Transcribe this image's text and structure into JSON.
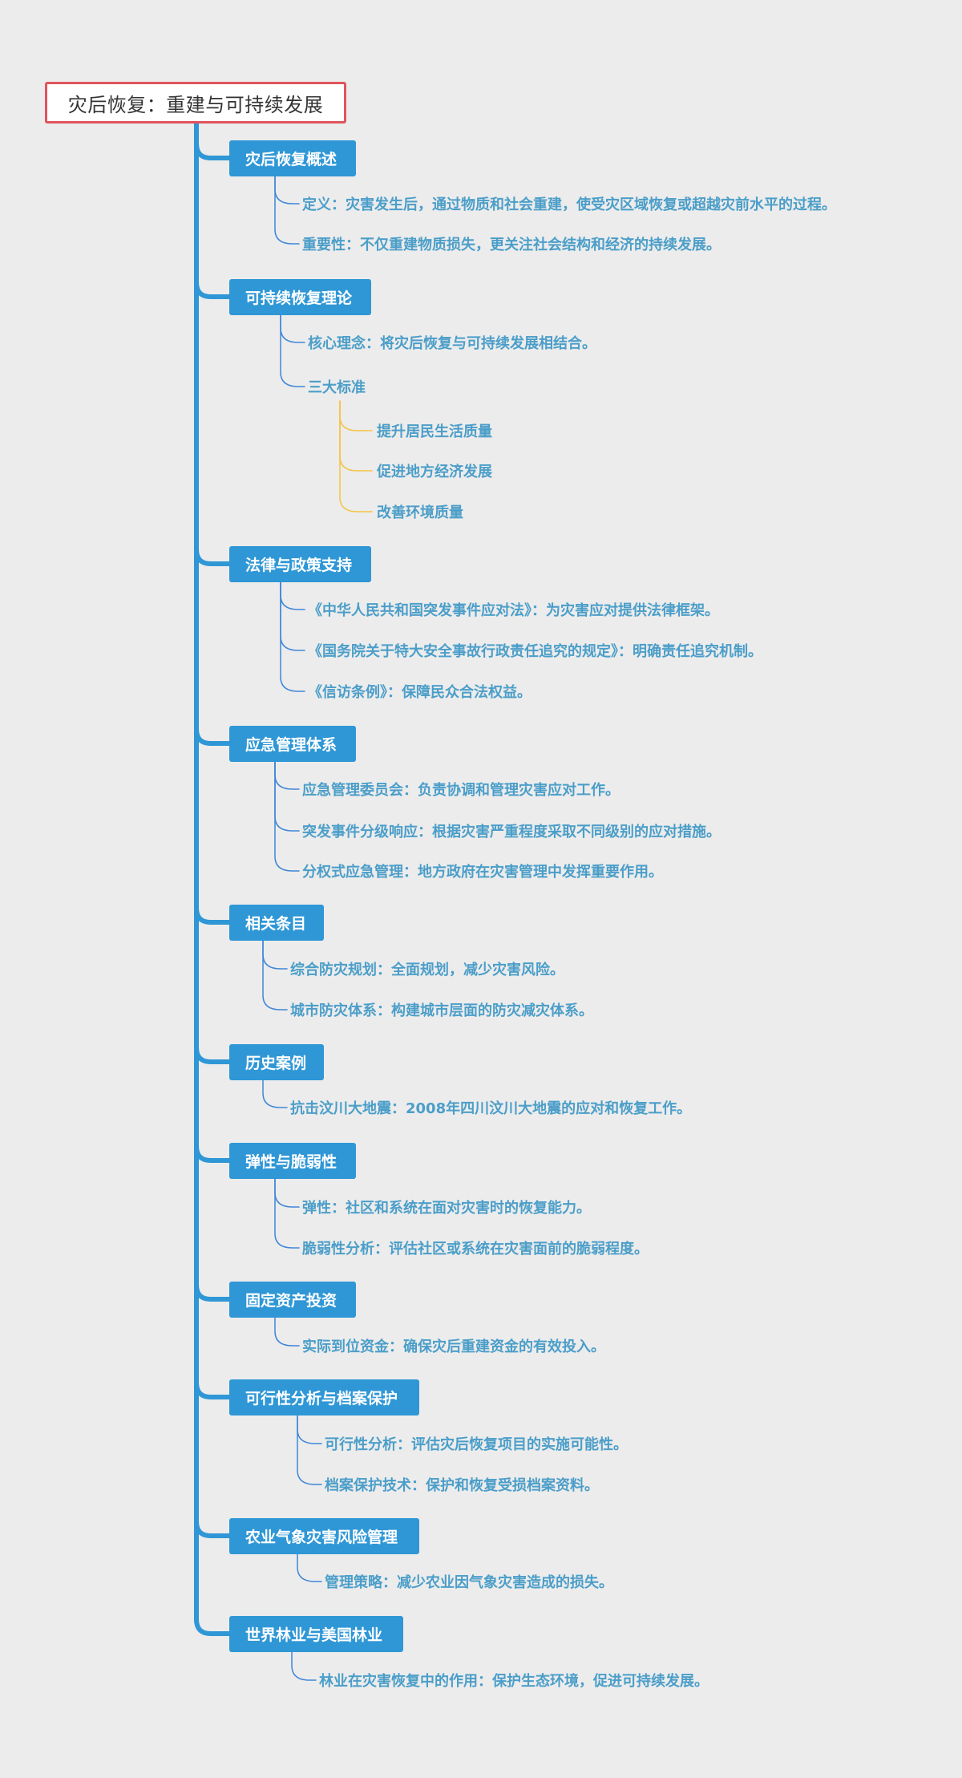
{
  "root": {
    "title": "灾后恢复：重建与可持续发展"
  },
  "topics": [
    {
      "label": "灾后恢复概述",
      "children": [
        {
          "label": "定义：灾害发生后，通过物质和社会重建，使受灾区域恢复或超越灾前水平的过程。"
        },
        {
          "label": "重要性：不仅重建物质损失，更关注社会结构和经济的持续发展。"
        }
      ]
    },
    {
      "label": "可持续恢复理论",
      "children": [
        {
          "label": "核心理念：将灾后恢复与可持续发展相结合。"
        },
        {
          "label": "三大标准",
          "children": [
            {
              "label": "提升居民生活质量"
            },
            {
              "label": "促进地方经济发展"
            },
            {
              "label": "改善环境质量"
            }
          ]
        }
      ]
    },
    {
      "label": "法律与政策支持",
      "children": [
        {
          "label": "《中华人民共和国突发事件应对法》：为灾害应对提供法律框架。"
        },
        {
          "label": "《国务院关于特大安全事故行政责任追究的规定》：明确责任追究机制。"
        },
        {
          "label": "《信访条例》：保障民众合法权益。"
        }
      ]
    },
    {
      "label": "应急管理体系",
      "children": [
        {
          "label": "应急管理委员会：负责协调和管理灾害应对工作。"
        },
        {
          "label": "突发事件分级响应：根据灾害严重程度采取不同级别的应对措施。"
        },
        {
          "label": "分权式应急管理：地方政府在灾害管理中发挥重要作用。"
        }
      ]
    },
    {
      "label": "相关条目",
      "children": [
        {
          "label": "综合防灾规划：全面规划，减少灾害风险。"
        },
        {
          "label": "城市防灾体系：构建城市层面的防灾减灾体系。"
        }
      ]
    },
    {
      "label": "历史案例",
      "children": [
        {
          "label": "抗击汶川大地震：2008年四川汶川大地震的应对和恢复工作。"
        }
      ]
    },
    {
      "label": "弹性与脆弱性",
      "children": [
        {
          "label": "弹性：社区和系统在面对灾害时的恢复能力。"
        },
        {
          "label": "脆弱性分析：评估社区或系统在灾害面前的脆弱程度。"
        }
      ]
    },
    {
      "label": "固定资产投资",
      "children": [
        {
          "label": "实际到位资金：确保灾后重建资金的有效投入。"
        }
      ]
    },
    {
      "label": "可行性分析与档案保护",
      "children": [
        {
          "label": "可行性分析：评估灾后恢复项目的实施可能性。"
        },
        {
          "label": "档案保护技术：保护和恢复受损档案资料。"
        }
      ]
    },
    {
      "label": "农业气象灾害风险管理",
      "children": [
        {
          "label": "管理策略：减少农业因气象灾害造成的损失。"
        }
      ]
    },
    {
      "label": "世界林业与美国林业",
      "children": [
        {
          "label": "林业在灾害恢复中的作用：保护生态环境，促进可持续发展。"
        }
      ]
    }
  ],
  "colors": {
    "background": "#ececec",
    "root_border": "#e0555d",
    "topic_fill": "#2f97d6",
    "trunk_line": "#2f97d6",
    "branch_line": "#3f86d8",
    "sub_text": "#4b9ec9",
    "third_level_line": "#f3c343"
  }
}
